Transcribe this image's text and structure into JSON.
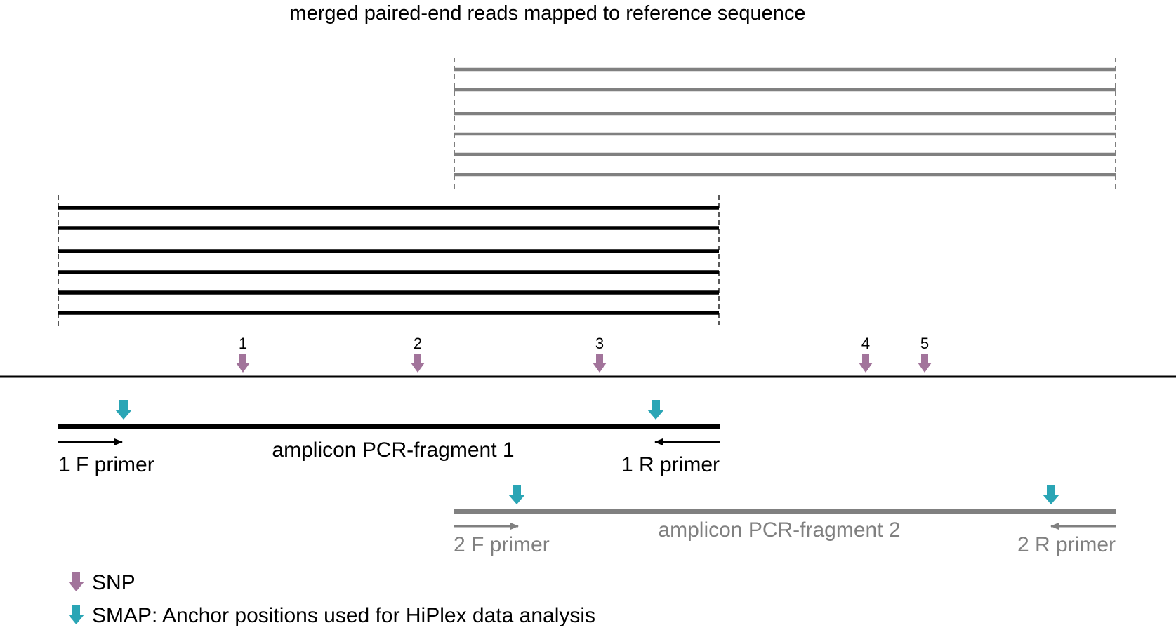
{
  "title": "merged paired-end reads mapped to reference sequence",
  "colors": {
    "fragment1": "#000000",
    "fragment2": "#808080",
    "snp": "#a2749b",
    "smap": "#2aa5b5",
    "reference": "#000000"
  },
  "snp_labels": [
    "1",
    "2",
    "3",
    "4",
    "5"
  ],
  "fragment1": {
    "label": "amplicon PCR-fragment 1",
    "forward_primer": "1 F primer",
    "reverse_primer": "1 R primer"
  },
  "fragment2": {
    "label": "amplicon PCR-fragment 2",
    "forward_primer": "2 F primer",
    "reverse_primer": "2 R primer"
  },
  "legend": {
    "snp": "SNP",
    "smap": "SMAP: Anchor positions used for HiPlex data analysis"
  }
}
